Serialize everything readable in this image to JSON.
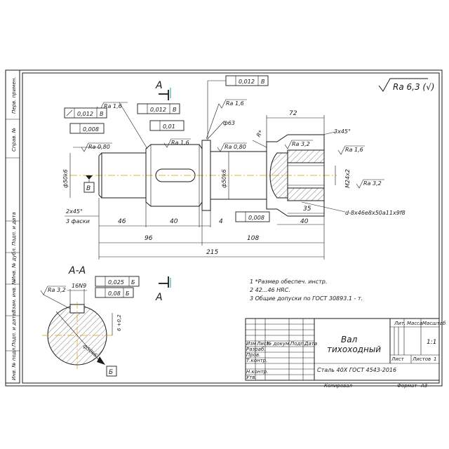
{
  "frame": {
    "sidebar_labels": [
      "Перв. примен.",
      "Справ. №",
      "Подп. и дата",
      "Инв. № дубл.",
      "Взам. инв. №",
      "Подп. и дата",
      "Инв. № подл."
    ]
  },
  "roughness": {
    "general": "Ra 6,3 (√)",
    "r_16": "Ra 1,6",
    "r_080": "Ra 0,80",
    "r_32": "Ra 3,2"
  },
  "tolerances": {
    "runout_012": "0,012",
    "datum_b": "В",
    "cyl_008": "0,008",
    "cyl_001": "0,01",
    "sym_0025": "0,025",
    "datum_be": "Б",
    "sym_008": "0,08"
  },
  "dimensions": {
    "d_phi63": "ф63",
    "d_phi50k6_left": "ф50k6",
    "d_phi50k6_right": "ф50k6",
    "d_m24": "M24x2",
    "d_72": "72",
    "d_3x45": "3x45°",
    "d_2x45": "2x45°",
    "d_3faski": "3 фаски",
    "d_46": "46",
    "d_40a": "40",
    "d_4": "4",
    "d_96": "96",
    "d_108": "108",
    "d_215": "215",
    "d_35": "35",
    "d_40b": "40",
    "d_spline": "d-8x46e8x50a11x9f8",
    "d_R": "R*",
    "d_16n9": "16N9",
    "d_6": "6 +0,2",
    "d_phi50_section": "ф50k6"
  },
  "section": {
    "marker": "A",
    "title": "А-А",
    "cut_label_top": "А",
    "cut_label_bottom": "А",
    "datum_letter": "Б"
  },
  "notes": [
    "1  *Размер обеспеч. инстр.",
    "2  42...46 HRC.",
    "3  Общие допуски по ГОСТ 30893.1 - т."
  ],
  "titleblock": {
    "name_line1": "Вал",
    "name_line2": "тихоходный",
    "material": "Сталь 40Х ГОСТ 4543-2016",
    "col_lit": "Лит.",
    "col_mass": "Масса",
    "col_scale": "Масштаб",
    "scale_value": "1:1",
    "sheet": "Лист",
    "sheets": "Листов",
    "sheets_count": "1",
    "row_izm": "Изм",
    "row_list": "Лист",
    "row_doc": "№ докум.",
    "row_sign": "Подп.",
    "row_date": "Дата",
    "row_razrab": "Разраб.",
    "row_prov": "Пров.",
    "row_tkontr": "Т.контр.",
    "row_nkontr": "Н.контр.",
    "row_utv": "Утв.",
    "copied": "Копировал",
    "format": "Формат",
    "format_value": "A3"
  }
}
